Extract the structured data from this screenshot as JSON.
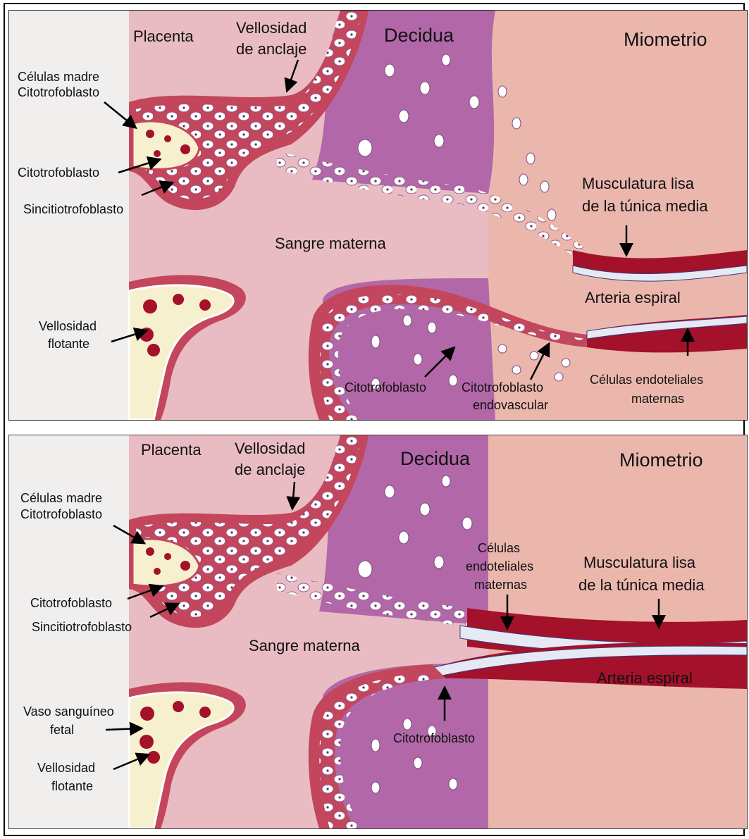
{
  "panels": [
    {
      "labels": {
        "placenta": "Placenta",
        "vellosidad_anclaje_1": "Vellosidad",
        "vellosidad_anclaje_2": "de anclaje",
        "decidua": "Decidua",
        "miometrio": "Miometrio",
        "celulas_madre_1": "Células madre",
        "celulas_madre_2": "Citotrofoblasto",
        "citotrofoblasto_a": "Citotrofoblasto",
        "sincitiotrofoblasto": "Sincitiotrofoblasto",
        "musculatura_1": "Musculatura lisa",
        "musculatura_2": "de la túnica media",
        "sangre_materna": "Sangre materna",
        "arteria_espiral": "Arteria espiral",
        "vellosidad_flotante_1": "Vellosidad",
        "vellosidad_flotante_2": "flotante",
        "citotrofoblasto_b": "Citotrofoblasto",
        "endovascular_1": "Citotrofoblasto",
        "endovascular_2": "endovascular",
        "endoteliales_1": "Células endoteliales",
        "endoteliales_2": "maternas"
      }
    },
    {
      "labels": {
        "placenta": "Placenta",
        "vellosidad_anclaje_1": "Vellosidad",
        "vellosidad_anclaje_2": "de anclaje",
        "decidua": "Decidua",
        "miometrio": "Miometrio",
        "celulas_madre_1": "Células madre",
        "celulas_madre_2": "Citotrofoblasto",
        "citotrofoblasto_a": "Citotrofoblasto",
        "sincitiotrofoblasto": "Sincitiotrofoblasto",
        "endoteliales_1": "Células",
        "endoteliales_2": "endoteliales",
        "endoteliales_3": "maternas",
        "musculatura_1": "Musculatura lisa",
        "musculatura_2": "de la túnica media",
        "sangre_materna": "Sangre materna",
        "arteria_espiral": "Arteria espiral",
        "vaso_1": "Vaso sanguíneo",
        "vaso_2": "fetal",
        "citotrofoblasto_b": "Citotrofoblasto",
        "vellosidad_flotante_1": "Vellosidad",
        "vellosidad_flotante_2": "flotante"
      }
    }
  ],
  "colors": {
    "placenta_bg": "#f1eeee",
    "blood": "#e9bcc3",
    "trophoblast_border": "#c4465c",
    "decidua": "#b268a8",
    "myometrium": "#ebb7ad",
    "muscle": "#a3112a",
    "villus_core": "#f7f0cf"
  }
}
